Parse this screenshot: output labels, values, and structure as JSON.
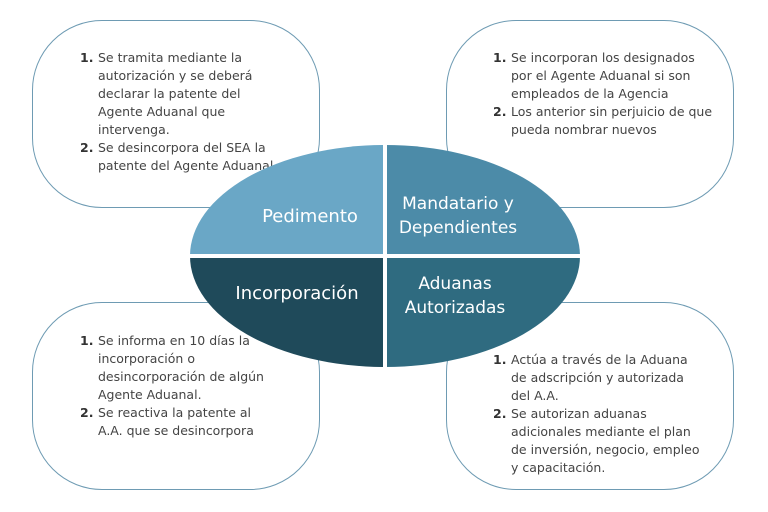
{
  "quadrants": {
    "pedimento": {
      "label": "Pedimento",
      "color": "#6aa7c6"
    },
    "mandatario": {
      "label_line1": "Mandatario y",
      "label_line2": "Dependientes",
      "color": "#4c8ba8"
    },
    "incorporacion": {
      "label": "Incorporación",
      "color": "#1f4a5a"
    },
    "aduanas": {
      "label_line1": "Aduanas",
      "label_line2": "Autorizadas",
      "color": "#2f6b80"
    }
  },
  "boxes": {
    "top_left": [
      {
        "num": "1.",
        "text": "Se tramita mediante la autorización y se deberá declarar la patente del Agente Aduanal que intervenga."
      },
      {
        "num": "2.",
        "text": "Se desincorpora del SEA la patente del Agente Aduanal"
      }
    ],
    "top_right": [
      {
        "num": "1.",
        "text": "Se incorporan los designados por el Agente Aduanal si son empleados de la Agencia"
      },
      {
        "num": "2.",
        "text": "Los anterior sin perjuicio de que pueda nombrar nuevos"
      }
    ],
    "bottom_left": [
      {
        "num": "1.",
        "text": "Se informa en 10 días la incorporación o desincorporación de algún Agente Aduanal."
      },
      {
        "num": "2.",
        "text": "Se reactiva la patente al A.A. que se desincorpora"
      }
    ],
    "bottom_right": [
      {
        "num": "1.",
        "text": "Actúa a través de la Aduana de adscripción y autorizada del A.A."
      },
      {
        "num": "2.",
        "text": "Se autorizan aduanas adicionales mediante el plan de inversión, negocio, empleo y capacitación."
      }
    ]
  }
}
